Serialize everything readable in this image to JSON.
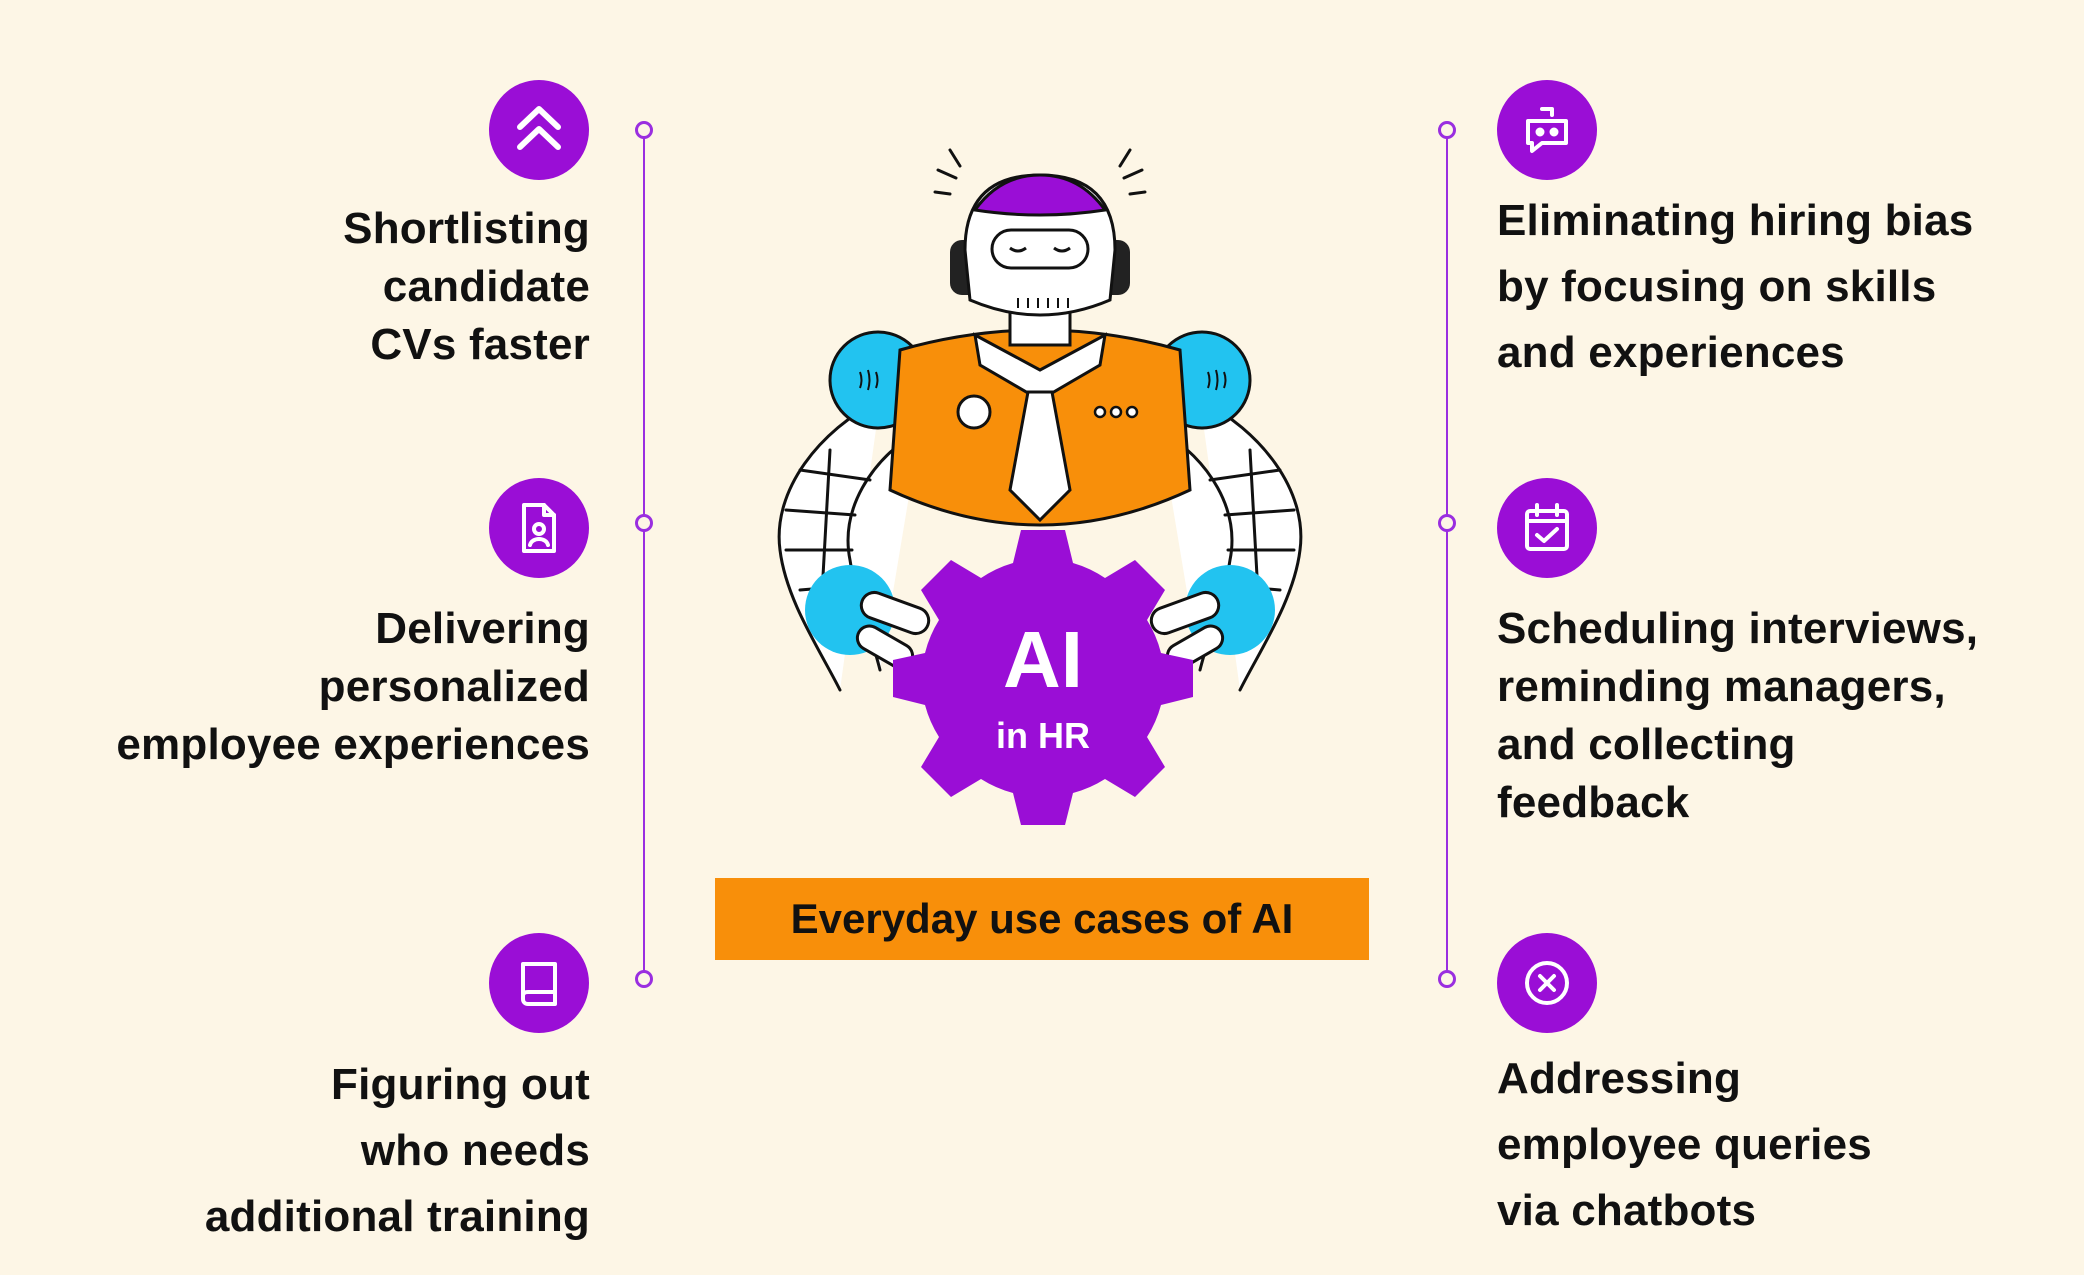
{
  "left_items": [
    {
      "text": "Shortlisting candidate CVs faster",
      "lines": [
        "Shortlisting",
        "candidate",
        "CVs faster"
      ],
      "icon": "double-chevron-up-icon"
    },
    {
      "text": "Delivering personalized employee experiences",
      "lines": [
        "Delivering",
        "personalized",
        "employee experiences"
      ],
      "icon": "person-document-icon"
    },
    {
      "text": "Figuring out who needs additional training",
      "lines": [
        "Figuring out",
        "who needs",
        "additional training"
      ],
      "icon": "book-icon"
    }
  ],
  "right_items": [
    {
      "text": "Eliminating hiring bias by focusing on skills and experiences",
      "lines": [
        "Eliminating hiring bias",
        "by focusing on skills",
        "and experiences"
      ],
      "icon": "chatbot-icon"
    },
    {
      "text": "Scheduling interviews, reminding managers, and collecting feedback",
      "lines": [
        "Scheduling interviews,",
        "reminding managers,",
        "and collecting",
        "feedback"
      ],
      "icon": "calendar-check-icon"
    },
    {
      "text": "Addressing employee queries via chatbots",
      "lines": [
        "Addressing",
        "employee queries",
        "via chatbots"
      ],
      "icon": "circle-x-icon"
    }
  ],
  "gear": {
    "title": "AI",
    "subtitle": "in HR"
  },
  "banner": {
    "text": "Everyday use cases of AI"
  },
  "colors": {
    "purple": "#9a0ed6",
    "orange": "#f88f0a",
    "cyan": "#22c3f0",
    "background": "#fdf6e6"
  }
}
